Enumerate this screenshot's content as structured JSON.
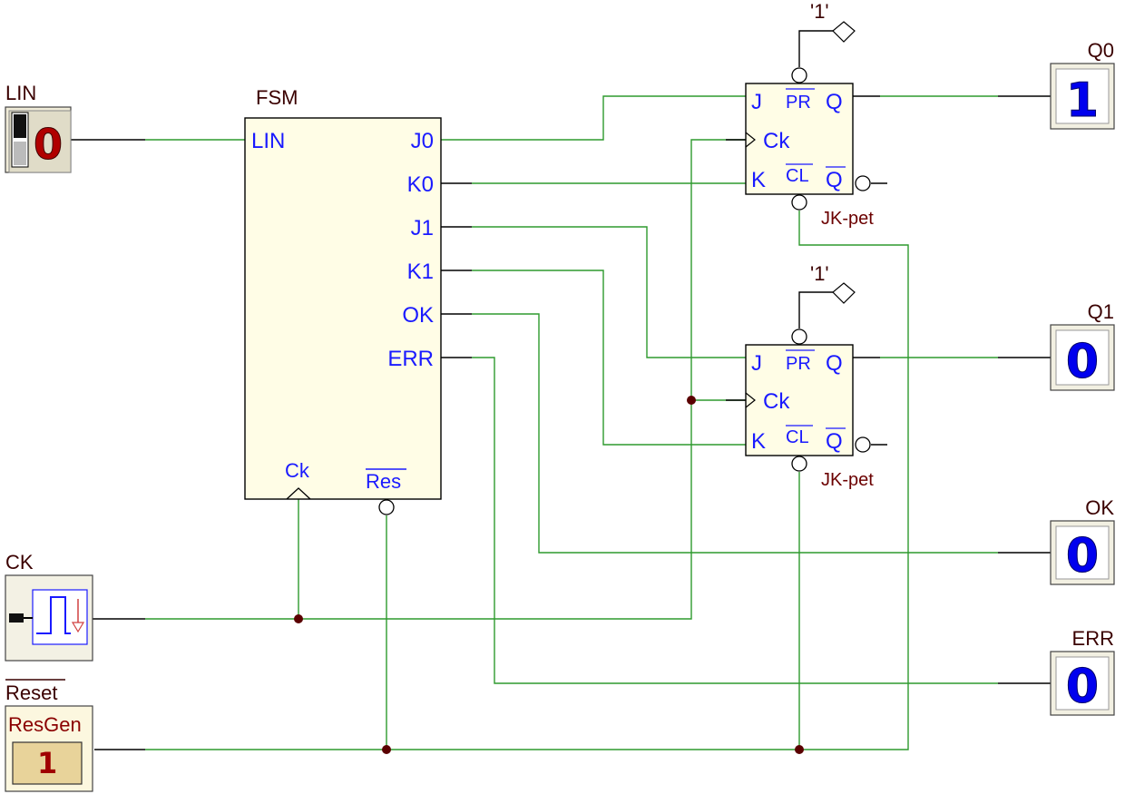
{
  "inputs": {
    "lin": {
      "label": "LIN",
      "value": "0"
    },
    "ck": {
      "label": "CK"
    },
    "reset": {
      "label": "Reset",
      "generator": "ResGen",
      "value": "1"
    }
  },
  "fsm": {
    "title": "FSM",
    "inputs": [
      "LIN"
    ],
    "outputs": [
      "J0",
      "K0",
      "J1",
      "K1",
      "OK",
      "ERR"
    ],
    "clock": "Ck",
    "reset": "Res"
  },
  "flipflops": [
    {
      "label": "JK-pet",
      "const": "'1'",
      "pins": {
        "j": "J",
        "pr": "PR",
        "q": "Q",
        "ck": "Ck",
        "k": "K",
        "cl": "CL",
        "qn": "Q"
      }
    },
    {
      "label": "JK-pet",
      "const": "'1'",
      "pins": {
        "j": "J",
        "pr": "PR",
        "q": "Q",
        "ck": "Ck",
        "k": "K",
        "cl": "CL",
        "qn": "Q"
      }
    }
  ],
  "outputs": [
    {
      "label": "Q0",
      "value": "1"
    },
    {
      "label": "Q1",
      "value": "0"
    },
    {
      "label": "OK",
      "value": "0"
    },
    {
      "label": "ERR",
      "value": "0"
    }
  ],
  "colors": {
    "wire": "#2e9a2e",
    "box": "#fffde6",
    "pin_text": "#1a1aff",
    "label_text": "#3a0000",
    "junction": "#5a0000"
  }
}
